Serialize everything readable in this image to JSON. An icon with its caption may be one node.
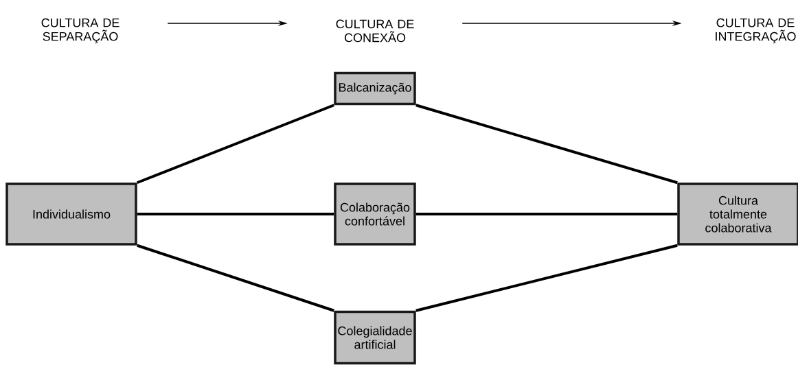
{
  "diagram": {
    "nodes": [
      {
        "text": [
          "CULTURA DE SEPARAÇÃO"
        ]
      },
      {
        "text": [
          "CULTURA DE CONEXÃO"
        ]
      },
      {
        "text": [
          "CULTURA DE INTEGRAÇÃO"
        ]
      },
      {
        "text": [
          "Balcanização"
        ]
      },
      {
        "text": [
          "Individualismo"
        ]
      },
      {
        "text": [
          "Colaboração confortável"
        ]
      },
      {
        "text": [
          "Cultura totalmente colaborativa"
        ]
      },
      {
        "text": [
          "Colegialidade artificial"
        ]
      }
    ],
    "edges": [
      {
        "from": 0,
        "to": 1,
        "arrow": "to"
      },
      {
        "from": 1,
        "to": 2,
        "arrow": "to"
      },
      {
        "from": 4,
        "to": 3,
        "arrow": "none"
      },
      {
        "from": 4,
        "to": 5,
        "arrow": "none"
      },
      {
        "from": 4,
        "to": 7,
        "arrow": "none"
      },
      {
        "from": 3,
        "to": 6,
        "arrow": "none"
      },
      {
        "from": 5,
        "to": 6,
        "arrow": "none"
      },
      {
        "from": 7,
        "to": 6,
        "arrow": "none"
      }
    ]
  }
}
